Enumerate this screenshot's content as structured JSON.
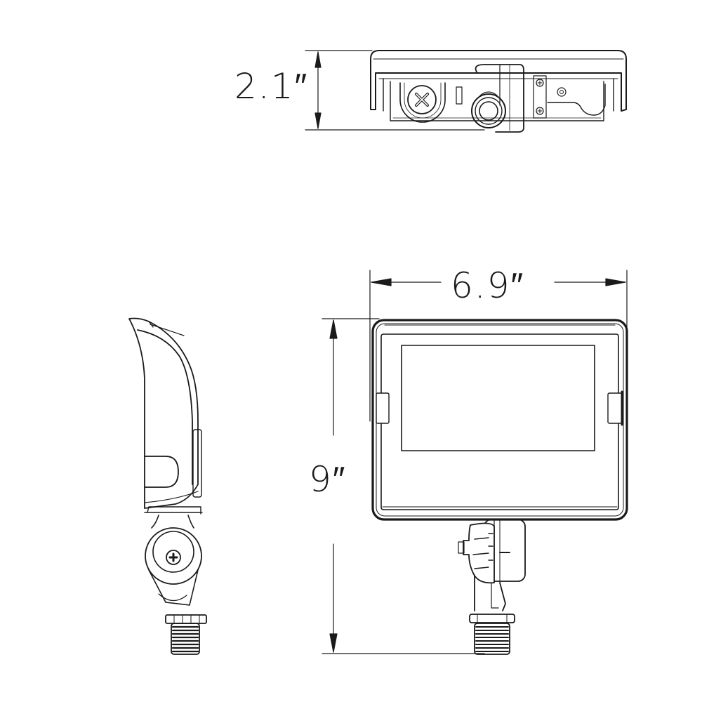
{
  "drawing": {
    "title": "Flood light fixture dimensional drawing",
    "units": "inches",
    "views": [
      {
        "id": "top-view",
        "name": "Top view (knuckle mount)"
      },
      {
        "id": "side-view",
        "name": "Side view"
      },
      {
        "id": "front-view",
        "name": "Front view"
      }
    ],
    "line_color": "#1a1a1a",
    "background": "#ffffff"
  },
  "dimensions": {
    "height": {
      "label": "2.1″",
      "value": 2.1,
      "view": "top-view",
      "axis": "vertical"
    },
    "width": {
      "label": "6.9″",
      "value": 6.9,
      "view": "front-view",
      "axis": "horizontal"
    },
    "length": {
      "label": "9″",
      "value": 9,
      "view": "front-view",
      "axis": "vertical"
    }
  }
}
